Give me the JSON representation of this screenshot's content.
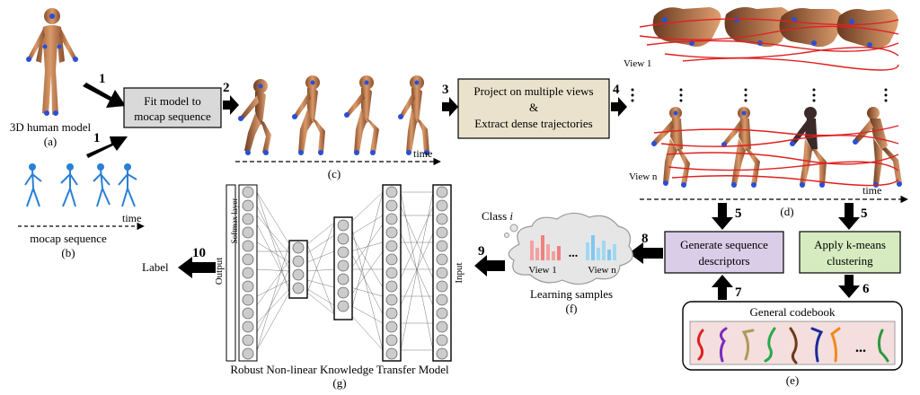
{
  "figure": {
    "human_model": {
      "label": "3D human model",
      "tag": "(a)"
    },
    "mocap": {
      "label": "mocap sequence",
      "tag": "(b)",
      "time": "time"
    },
    "fit_box": {
      "line1": "Fit model to",
      "line2": "mocap sequence"
    },
    "sequence": {
      "tag": "(c)",
      "time": "time"
    },
    "project_box": {
      "line1": "Project on multiple views",
      "line2": "&",
      "line3": "Extract dense trajectories"
    },
    "views": {
      "view_1": "View 1",
      "view_n": "View n",
      "tag": "(d)",
      "time": "time"
    },
    "gen_box": {
      "line1": "Generate sequence",
      "line2": "descriptors"
    },
    "kmeans_box": {
      "line1": "Apply k-means",
      "line2": "clustering"
    },
    "codebook": {
      "title": "General codebook",
      "ellipsis": "...",
      "tag": "(e)"
    },
    "learning": {
      "class_prefix": "Class ",
      "class_var": "i",
      "view_1": "View 1",
      "view_n": "View n",
      "ellipsis": "...",
      "label": "Learning samples",
      "tag": "(f)"
    },
    "network": {
      "output_label": "Output",
      "softmax_label": "Softmax layer",
      "input_label": "Input",
      "title": "Robust Non-linear Knowledge Transfer Model",
      "tag": "(g)"
    },
    "final_label": "Label",
    "steps": [
      "1",
      "1",
      "2",
      "3",
      "4",
      "5",
      "5",
      "6",
      "7",
      "8",
      "9",
      "10"
    ],
    "colors": {
      "fit_box": "#d9d9d9",
      "project_box": "#eae2cc",
      "gen_box": "#d9cde8",
      "kmeans_box": "#d6ecc0",
      "codebook_panel": "#f4dede",
      "trajectory": "#e02020",
      "skeleton": "#2a7fd6",
      "body": "#c98a5a",
      "cloud": "#e6e6e6"
    },
    "codebook_colors": [
      "#e02020",
      "#7a2bbf",
      "#b09a5a",
      "#2aa84a",
      "#6a3a1a",
      "#1a2a9a",
      "#f08a1a",
      "#2a9a3a"
    ]
  }
}
